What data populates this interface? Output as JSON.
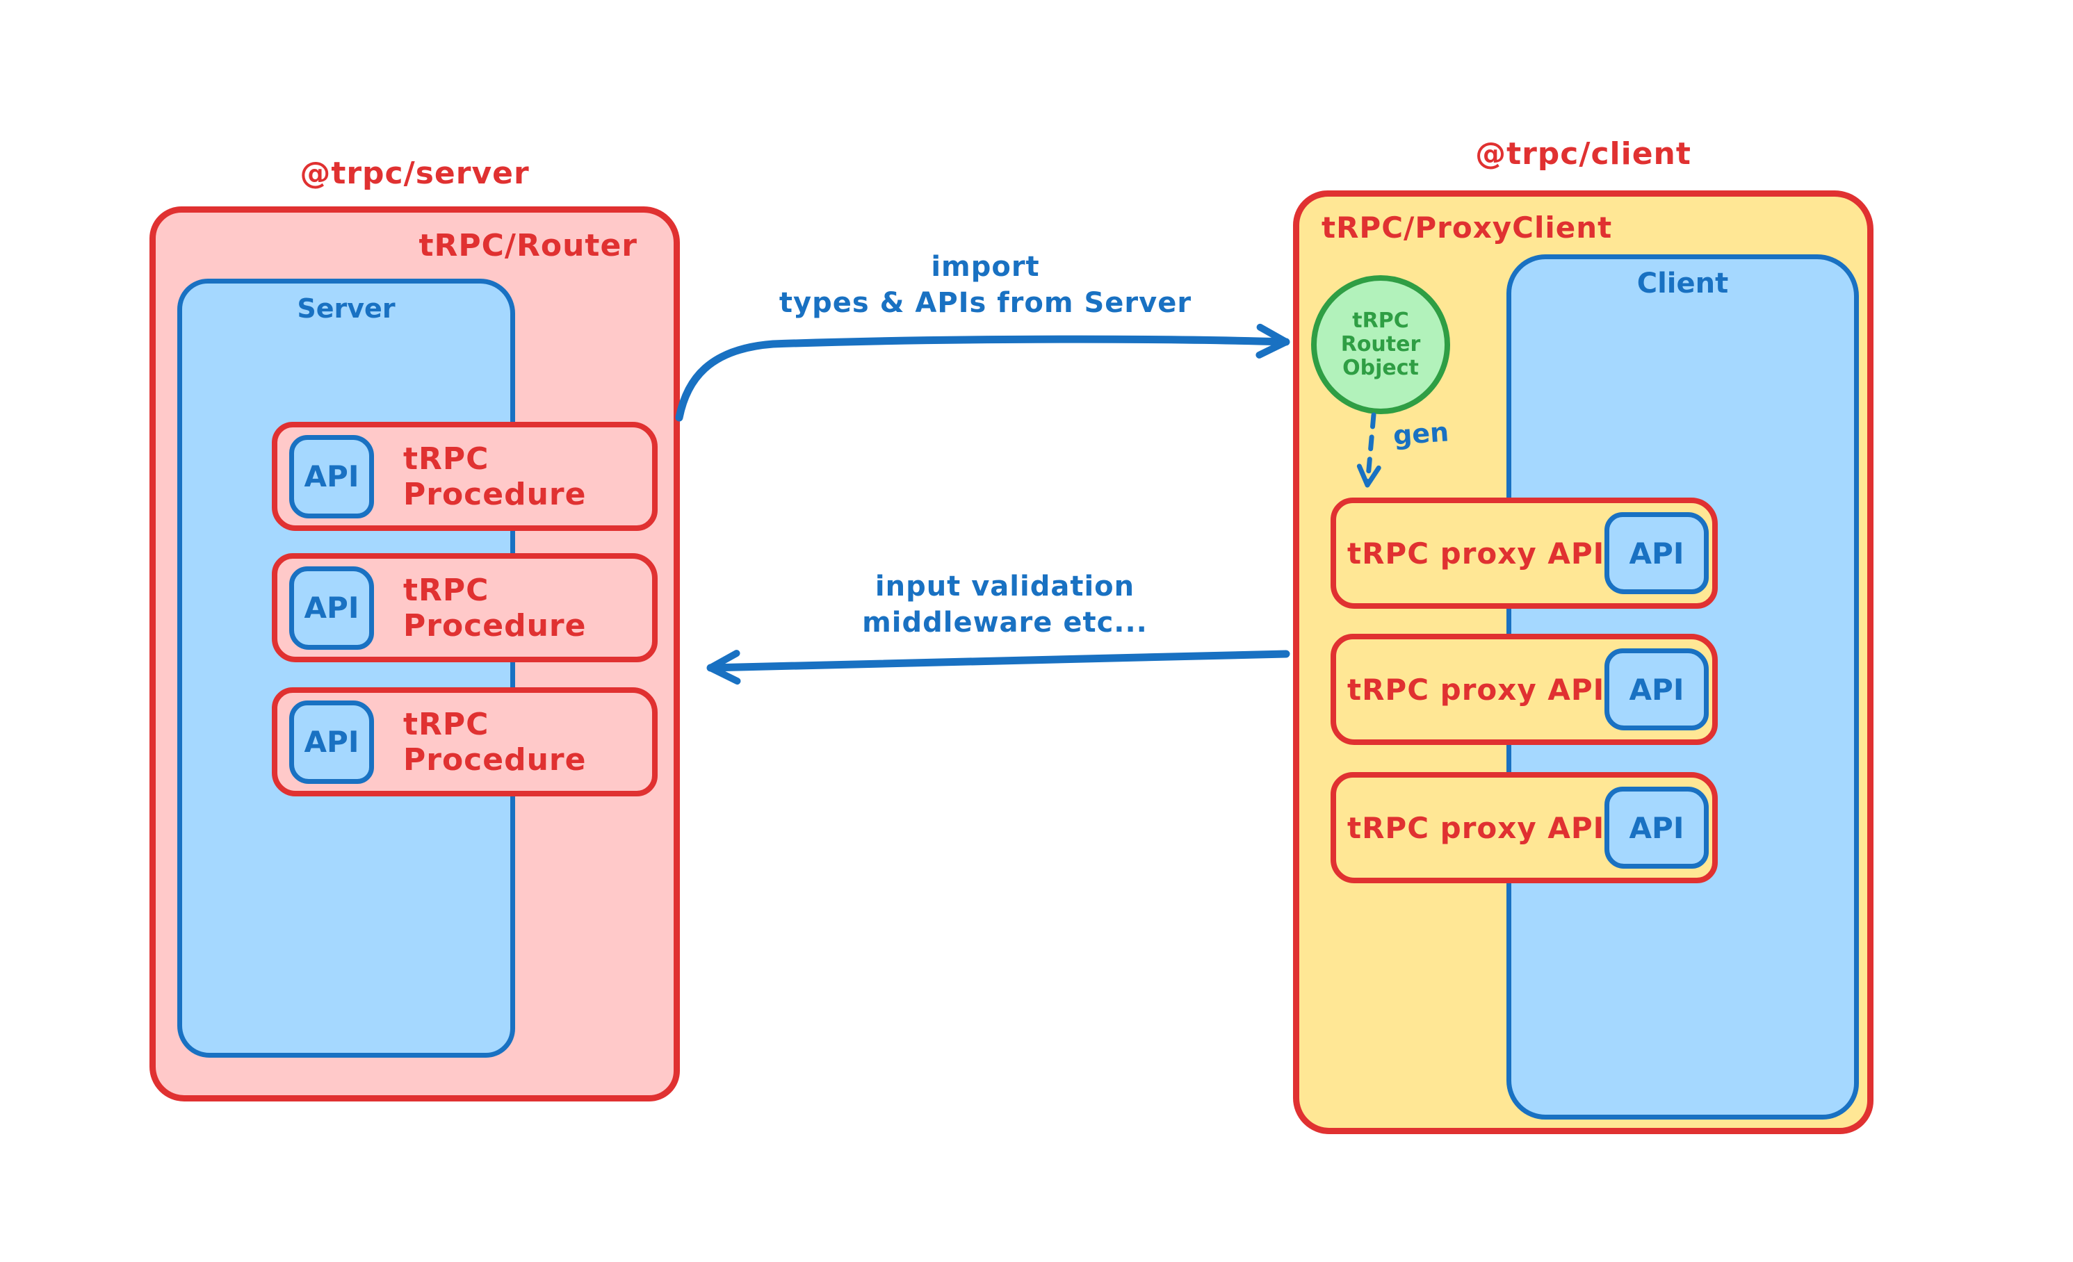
{
  "palette": {
    "red": "#e03131",
    "pink": "#ffc9c9",
    "blue": "#1971c2",
    "light_blue": "#a5d8ff",
    "yellow": "#ffe795",
    "green": "#2f9e44",
    "light_green": "#b2f2bb"
  },
  "server_group": {
    "package_title": "@trpc/server",
    "router_label": "tRPC/Router",
    "server_label": "Server",
    "procedures": [
      {
        "api_label": "API",
        "label": "tRPC Procedure"
      },
      {
        "api_label": "API",
        "label": "tRPC Procedure"
      },
      {
        "api_label": "API",
        "label": "tRPC Procedure"
      }
    ]
  },
  "client_group": {
    "package_title": "@trpc/client",
    "proxy_client_label": "tRPC/ProxyClient",
    "client_label": "Client",
    "router_object": {
      "line1": "tRPC",
      "line2": "Router",
      "line3": "Object"
    },
    "proxies": [
      {
        "label": "tRPC proxy API",
        "api_label": "API"
      },
      {
        "label": "tRPC proxy API",
        "api_label": "API"
      },
      {
        "label": "tRPC proxy API",
        "api_label": "API"
      }
    ]
  },
  "arrows": {
    "import": {
      "line1": "import",
      "line2": "types & APIs from Server"
    },
    "response": {
      "line1": "input validation",
      "line2": "middleware etc..."
    },
    "gen": {
      "label": "gen"
    }
  }
}
